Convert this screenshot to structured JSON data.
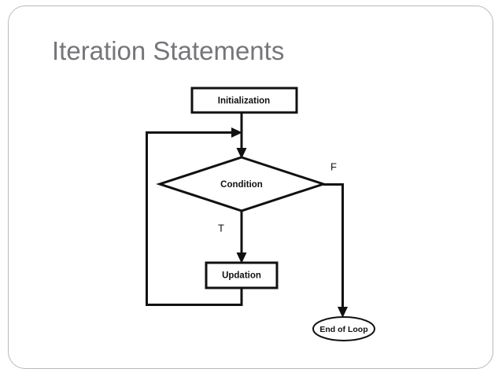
{
  "slide": {
    "title": "Iteration Statements",
    "background_color": "#ffffff",
    "frame_color": "#b9b9bd",
    "title_color": "#76767a"
  },
  "flowchart": {
    "line_color": "#111111",
    "shape_fill": "#ffffff",
    "nodes": {
      "initialization": {
        "label": "Initialization",
        "shape": "rectangle"
      },
      "condition": {
        "label": "Condition",
        "shape": "diamond"
      },
      "updation": {
        "label": "Updation",
        "shape": "rectangle"
      },
      "end_of_loop": {
        "label": "End of Loop",
        "shape": "oval"
      }
    },
    "branch_labels": {
      "true_branch": "T",
      "false_branch": "F"
    }
  }
}
